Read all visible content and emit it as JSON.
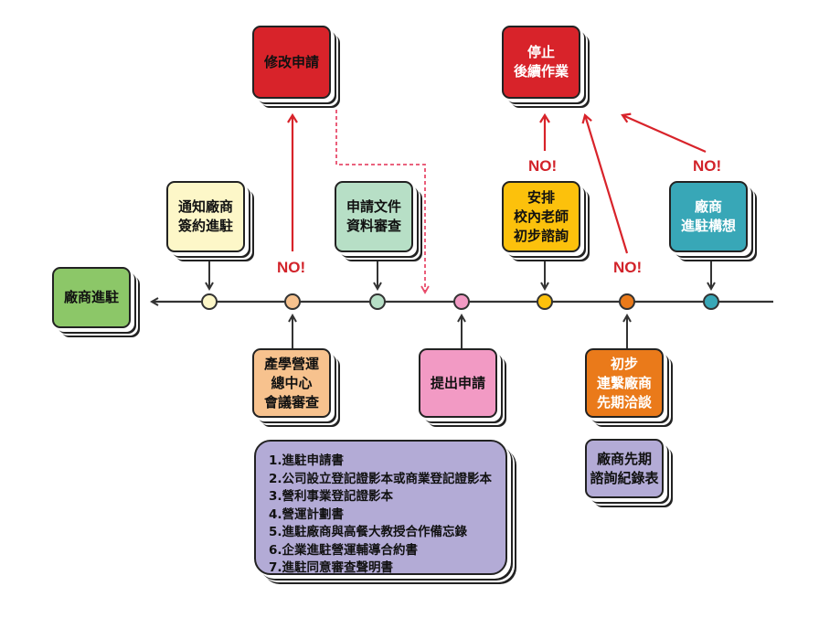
{
  "colors": {
    "red": "#d8232a",
    "line": "#333333",
    "green": "#8cc768",
    "cream": "#fdf7c8",
    "peach": "#f7c28e",
    "mint": "#b7dfc6",
    "pink": "#f29ac4",
    "yellow": "#fcc10c",
    "orange": "#ea7a1a",
    "teal": "#38a7b7",
    "lavender": "#b3abd6"
  },
  "nodes": {
    "enter": "廠商進駐",
    "notify": "通知廠商\n簽約進駐",
    "modify": "修改申請",
    "review": "產學營運\n總中心\n會議審查",
    "docs": "申請文件\n資料審查",
    "submit": "提出申請",
    "stop": "停止\n後續作業",
    "arrange": "安排\n校內老師\n初步諮詢",
    "contact": "初步\n連繫廠商\n先期洽談",
    "record": "廠商先期\n諮詢紀錄表",
    "idea": "廠商\n進駐構想"
  },
  "no_labels": [
    "NO!",
    "NO!",
    "NO!",
    "NO!"
  ],
  "documents": [
    "1.進駐申請書",
    "2.公司設立登記證影本或商業登記證影本",
    "3.營利事業登記證影本",
    "4.營運計劃書",
    "5.進駐廠商與高餐大教授合作備忘錄",
    "6.企業進駐營運輔導合約書",
    "7.進駐同意審查聲明書"
  ]
}
